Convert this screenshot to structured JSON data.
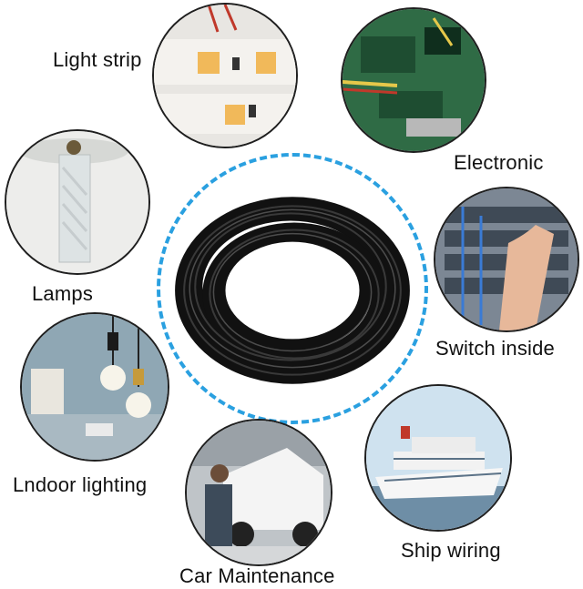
{
  "labels": {
    "light_strip": "Light strip",
    "electronic": "Electronic",
    "lamps": "Lamps",
    "switch_inside": "Switch inside",
    "indoor_lighting": "Lndoor lighting",
    "car_maintenance": "Car Maintenance",
    "ship_wiring": "Ship wiring"
  },
  "colors": {
    "dashed_ring": "#2aa0e0",
    "circle_border": "#1f1f1f"
  }
}
